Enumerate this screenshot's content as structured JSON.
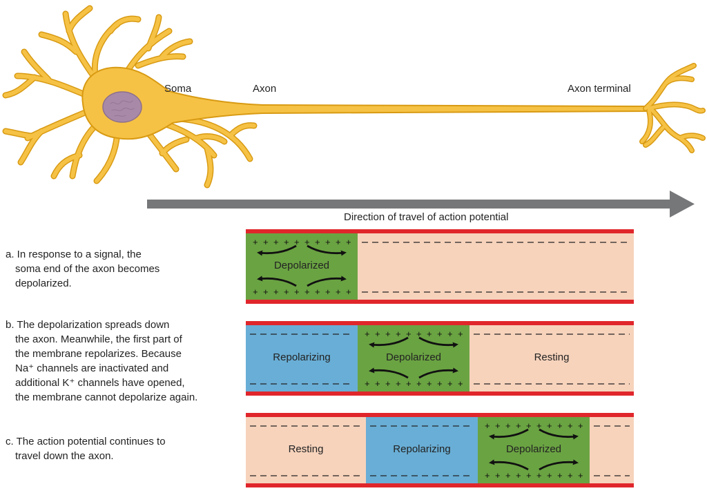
{
  "neuron": {
    "soma_label": "Soma",
    "axon_label": "Axon",
    "terminal_label": "Axon terminal"
  },
  "arrow": {
    "label": "Direction of travel of action potential"
  },
  "colors": {
    "neuron_fill": "#f6c245",
    "neuron_outline": "#d89a12",
    "nucleus": "#a88aa8",
    "membrane": "#e0262b",
    "resting": "#f7d3bc",
    "depolarized": "#6aa342",
    "repolarizing": "#69aed6",
    "arrow": "#757779"
  },
  "panels": [
    {
      "caption_lines": [
        "a. In response to a signal, the",
        "soma end of the axon becomes",
        "depolarized."
      ],
      "zones": [
        {
          "type": "depolarized",
          "label": "Depolarized"
        },
        {
          "type": "resting",
          "label": ""
        }
      ]
    },
    {
      "caption_lines": [
        "b. The depolarization spreads down",
        "the axon. Meanwhile, the first part of",
        "the membrane repolarizes. Because",
        "Na⁺ channels are inactivated and",
        "additional K⁺ channels have opened,",
        "the membrane cannot depolarize again."
      ],
      "zones": [
        {
          "type": "repolarizing",
          "label": "Repolarizing"
        },
        {
          "type": "depolarized",
          "label": "Depolarized"
        },
        {
          "type": "resting",
          "label": "Resting"
        }
      ]
    },
    {
      "caption_lines": [
        "c. The action potential continues to",
        "travel down the axon."
      ],
      "zones": [
        {
          "type": "resting",
          "label": "Resting"
        },
        {
          "type": "repolarizing",
          "label": "Repolarizing"
        },
        {
          "type": "depolarized",
          "label": "Depolarized"
        },
        {
          "type": "resting",
          "label": ""
        }
      ]
    }
  ]
}
